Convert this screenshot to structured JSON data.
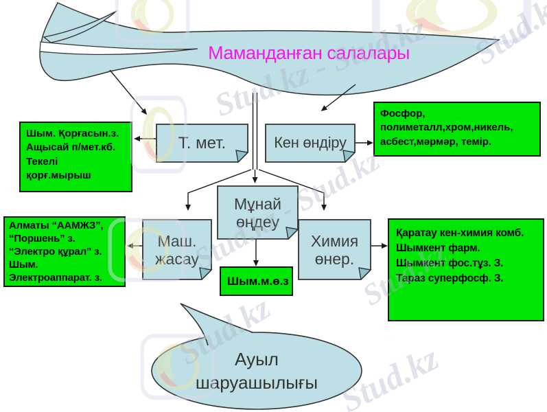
{
  "banner": {
    "label": "Маманданған салалары"
  },
  "nodes": {
    "t_met": {
      "label": "Т. мет."
    },
    "ken_ondiru": {
      "label": "Кен өндіру"
    },
    "munay_ondeu": {
      "lines": [
        "Мұнай",
        "өңдеу"
      ]
    },
    "mash_zhasau": {
      "lines": [
        "Маш.",
        "жасау"
      ]
    },
    "khimiya_oner": {
      "lines": [
        "Химия",
        "өнер."
      ]
    },
    "auyl": {
      "lines": [
        "Ауыл",
        "шаруашылығы"
      ]
    }
  },
  "callouts": {
    "tusti_met": {
      "lines": [
        "Шым. Қорғасын.з.",
        "Ащысай п/мет.кб.",
        "Текелі",
        "қорғ.мырыш"
      ]
    },
    "ken": {
      "lines": [
        "Фосфор,",
        "полиметалл,хром,никель,",
        "асбест,мәрмәр, темір."
      ]
    },
    "mash": {
      "lines": [
        "Алматы “ААМЖЗ”,",
        "“Поршень” з.",
        "“Электро құрал” з.",
        "Шым.",
        "Электроаппарат. з."
      ]
    },
    "munay": {
      "lines": [
        "Шым.м.ө.з"
      ]
    },
    "khimiya": {
      "lines": [
        "Қаратау кен-химия комб.",
        "Шымкент фарм.",
        "Шымкент фос.тұз. З.",
        "Тараз суперфосф. З."
      ]
    }
  },
  "watermark": {
    "full": "Stud.kz - Stud.kz",
    "short": "Stud.kz"
  },
  "colors": {
    "node_fill": "#bedfe5",
    "callout_green": "#00e604",
    "title_magenta": "#f714ef",
    "outline": "#333333"
  }
}
